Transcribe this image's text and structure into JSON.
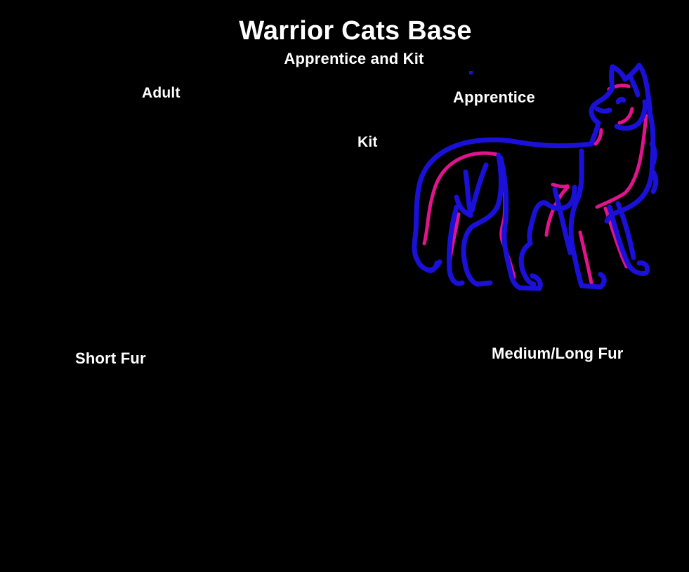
{
  "header": {
    "title": "Warrior Cats Base",
    "subtitle": "Apprentice and Kit"
  },
  "labels": {
    "adult": "Adult",
    "kit": "Kit",
    "apprentice": "Apprentice",
    "short_fur": "Short Fur",
    "medium_long_fur": "Medium/Long Fur"
  },
  "artwork": {
    "subject": "apprentice-cat-lineart",
    "colors": {
      "background": "#000000",
      "outline": "#1a10d8",
      "inner_line": "#e0148c",
      "text": "#ffffff"
    }
  }
}
